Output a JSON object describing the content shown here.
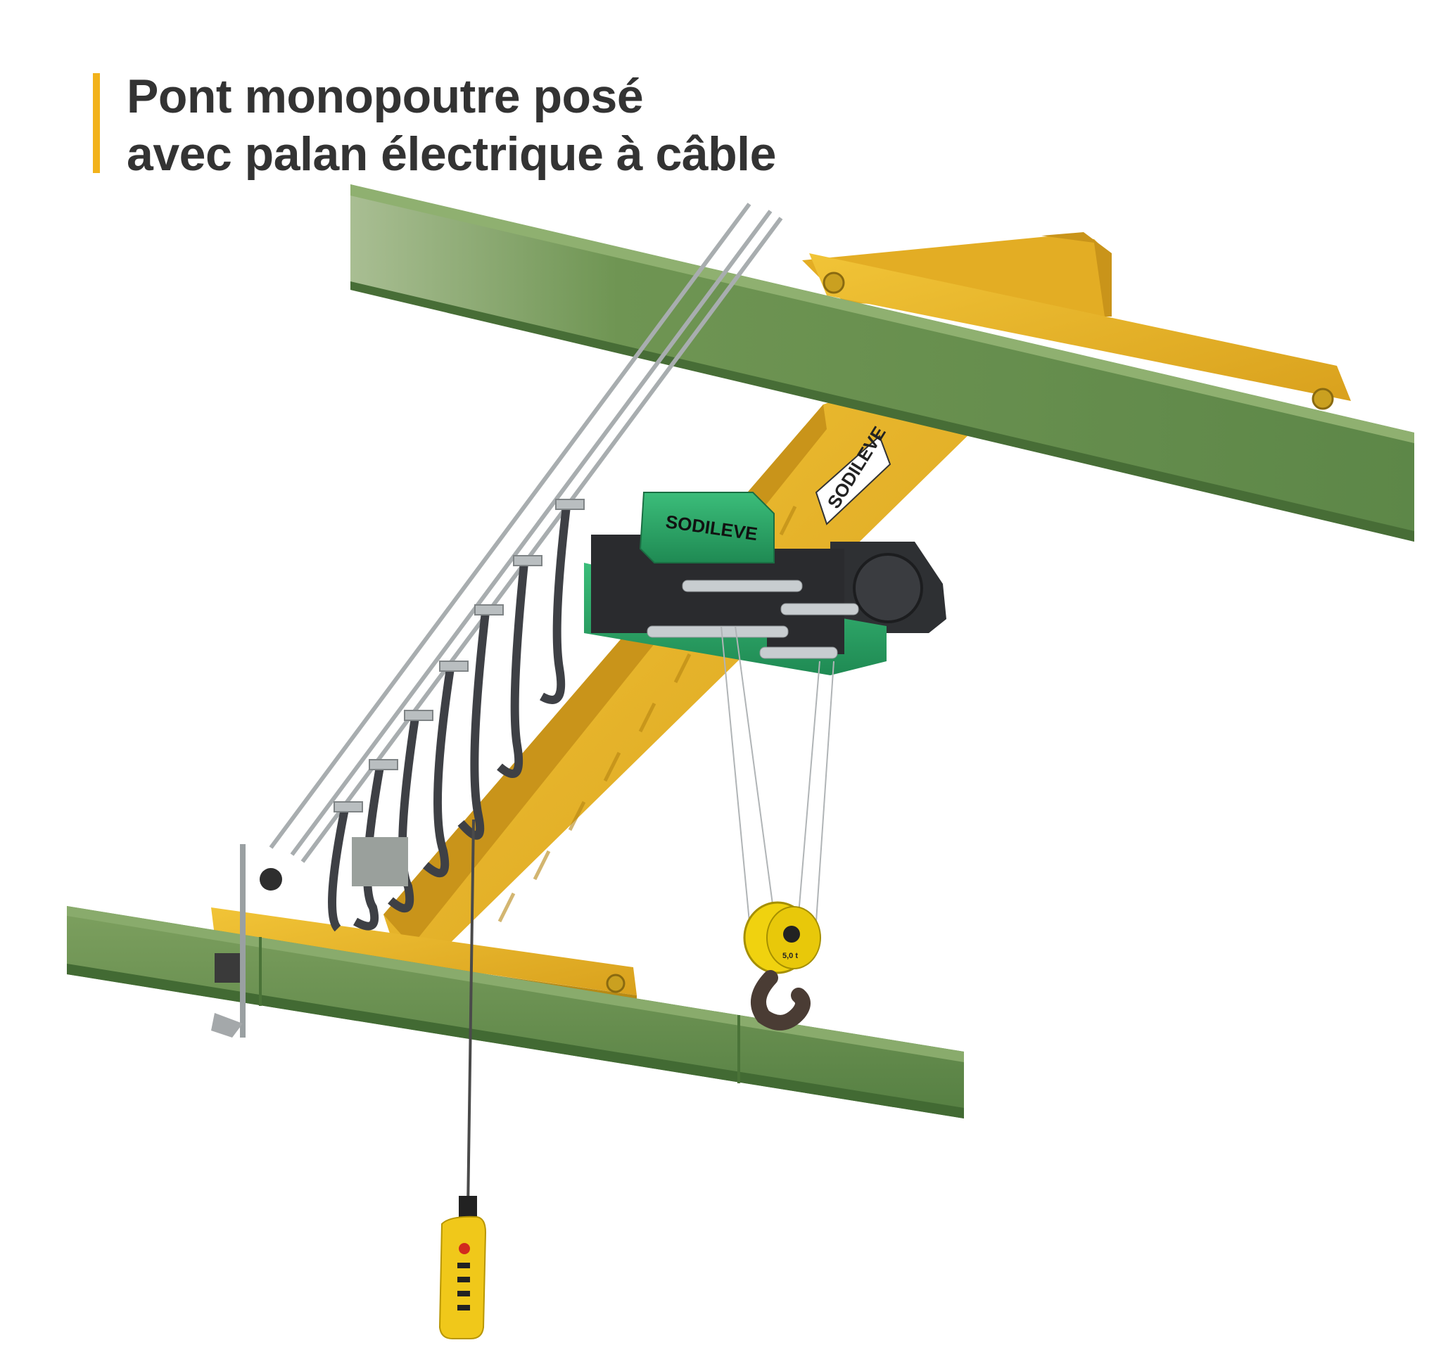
{
  "title": {
    "line1": "Pont monopoutre posé",
    "line2": "avec palan électrique à câble"
  },
  "brand": {
    "hoist_label": "SODILEVE",
    "girder_label": "SODILEVE",
    "hook_capacity": "5,0 t"
  },
  "colors": {
    "accent": "#f2b21a",
    "runway_green": "#5f8a4a",
    "girder_yellow": "#e8b52a",
    "hoist_green": "#2fa56a",
    "text": "#333333"
  },
  "icons": [
    "crane-illustration",
    "pendant-control-icon",
    "hook-block-icon"
  ]
}
